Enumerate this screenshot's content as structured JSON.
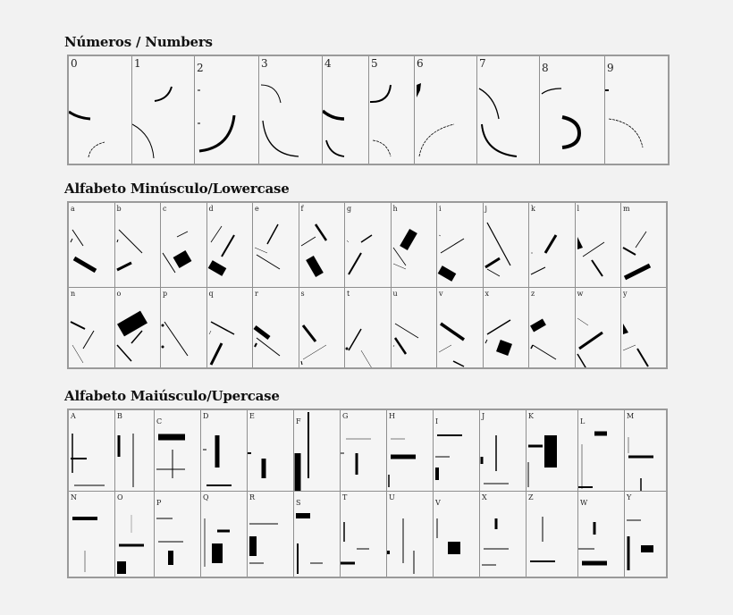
{
  "sections": {
    "numbers": {
      "title": "Números / Numbers",
      "labels": [
        "0",
        "1",
        "2",
        "3",
        "4",
        "5",
        "6",
        "7",
        "8",
        "9"
      ]
    },
    "lowercase": {
      "title": "Alfabeto Minúsculo/Lowercase",
      "row1": [
        "a",
        "b",
        "c",
        "d",
        "e",
        "f",
        "g",
        "h",
        "i",
        "j",
        "k",
        "l",
        "m"
      ],
      "row2": [
        "n",
        "o",
        "p",
        "q",
        "r",
        "s",
        "t",
        "u",
        "v",
        "x",
        "z",
        "w",
        "y"
      ]
    },
    "uppercase": {
      "title": "Alfabeto Maiúsculo/Upercase",
      "row1": [
        "A",
        "B",
        "C",
        "D",
        "E",
        "F",
        "G",
        "H",
        "I",
        "J",
        "K",
        "L",
        "M"
      ],
      "row2": [
        "N",
        "O",
        "P",
        "Q",
        "R",
        "S",
        "T",
        "U",
        "V",
        "X",
        "Z",
        "W",
        "Y"
      ]
    }
  },
  "colors": {
    "background": "#f2f2f2",
    "cell_background": "#f5f5f5",
    "grid_line": "#8f8f8f",
    "ink": "#000000"
  }
}
